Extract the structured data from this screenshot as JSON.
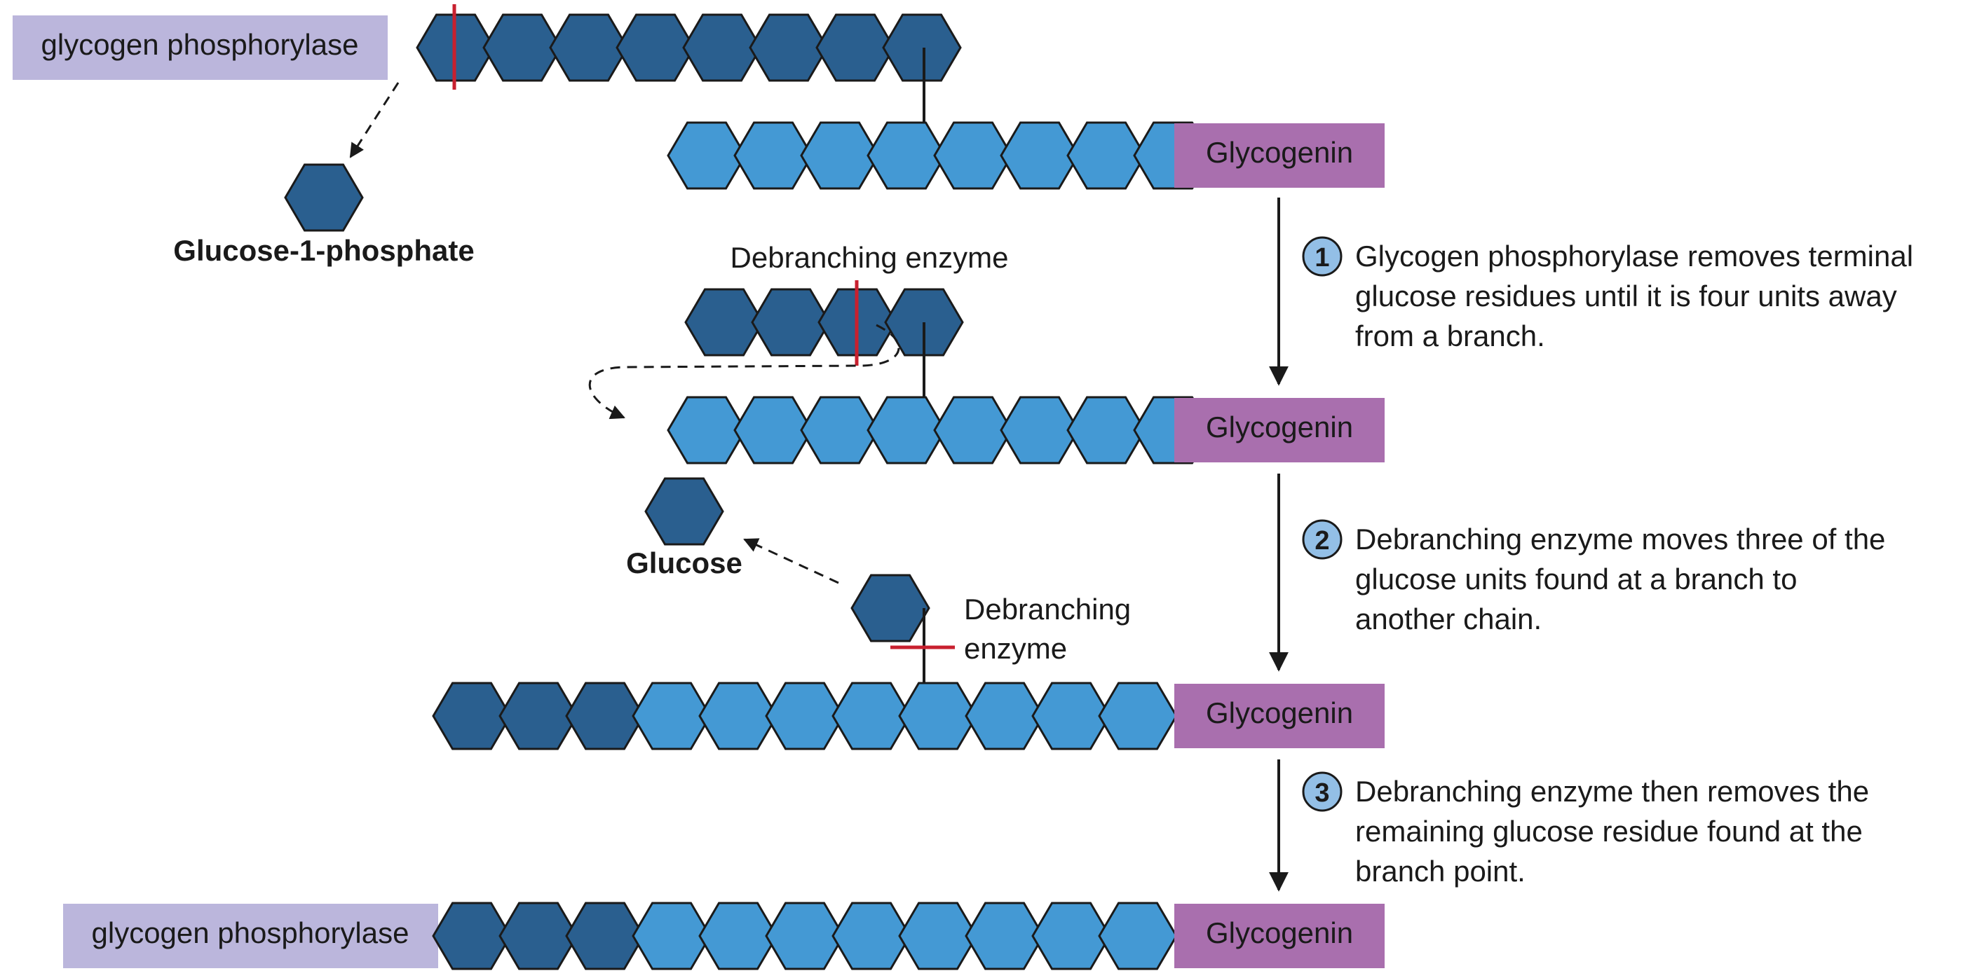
{
  "colors": {
    "dark_glucose": "#2a5f8f",
    "light_glucose": "#4499d4",
    "outline": "#1a1a1a",
    "glycogenin": "#a96fae",
    "phosphorylase": "#bbb6dc",
    "cut": "#c8202f",
    "step_badge": "#93bfe6"
  },
  "labels": {
    "phosphorylase_top": "glycogen phosphorylase",
    "phosphorylase_bottom": "glycogen phosphorylase",
    "glycogenin": "Glycogenin",
    "glucose_1_phosphate": "Glucose-1-phosphate",
    "glucose": "Glucose",
    "debranching_top": "Debranching enzyme",
    "debranching_mid_line1": "Debranching",
    "debranching_mid_line2": "enzyme"
  },
  "steps": [
    {
      "number": "1",
      "lines": [
        "Glycogen phosphorylase removes terminal",
        "glucose residues until it is four units away",
        "from a branch."
      ]
    },
    {
      "number": "2",
      "lines": [
        "Debranching enzyme moves three of the",
        "glucose units found at a branch to",
        "another chain."
      ]
    },
    {
      "number": "3",
      "lines": [
        "Debranching enzyme then removes the",
        "remaining glucose residue found at the",
        "branch point."
      ]
    }
  ]
}
